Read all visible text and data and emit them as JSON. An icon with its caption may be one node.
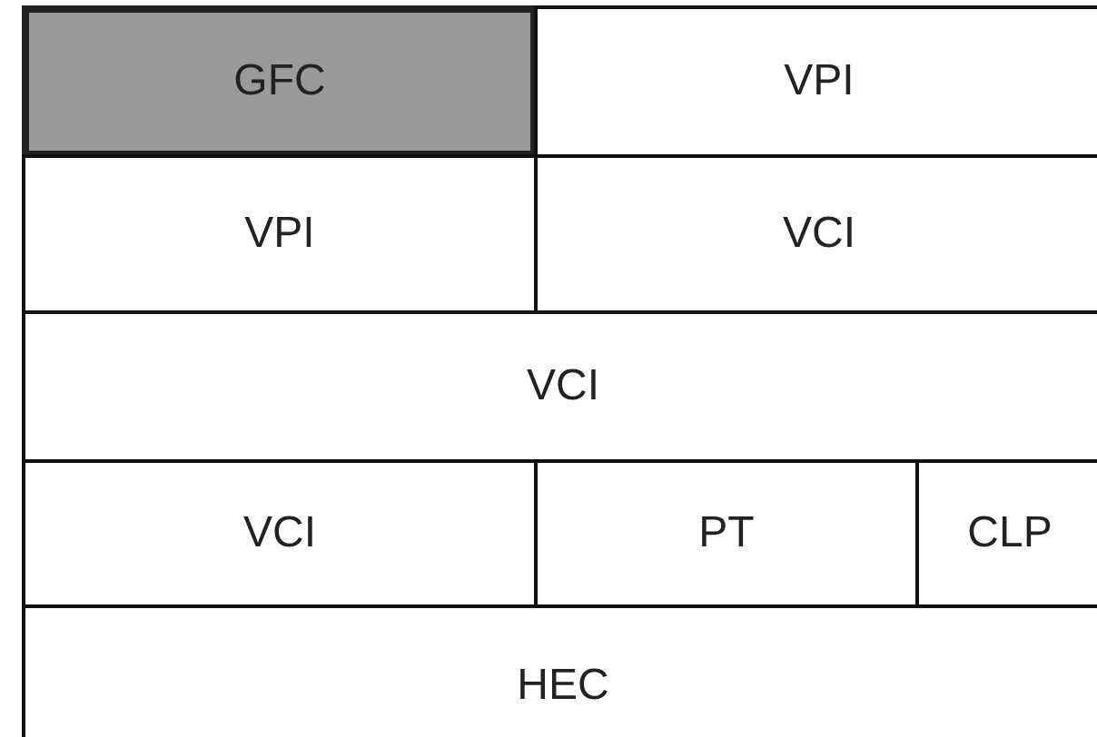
{
  "diagram": {
    "labels": [
      "GFC",
      "VPI",
      "VPI",
      "VCI",
      "VCI",
      "VCI",
      "PT",
      "CLP",
      "HEC"
    ]
  }
}
